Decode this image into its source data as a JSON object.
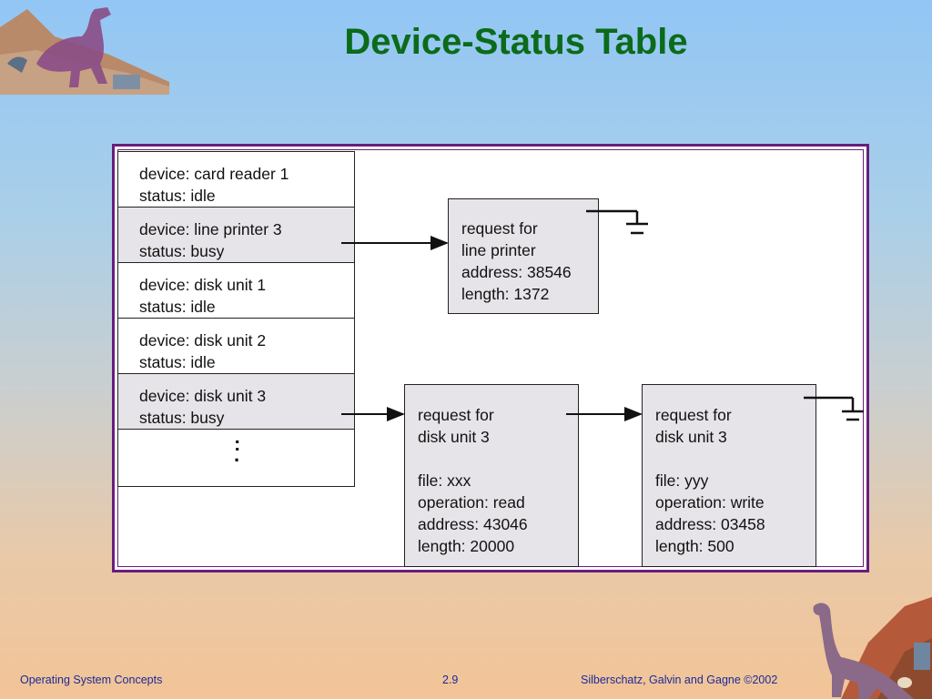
{
  "slide": {
    "title": "Device-Status Table"
  },
  "device_table": {
    "rows": [
      {
        "device": "device: card reader 1",
        "status": "status: idle"
      },
      {
        "device": "device: line printer 3",
        "status": "status: busy"
      },
      {
        "device": "device: disk unit 1",
        "status": "status: idle"
      },
      {
        "device": "device: disk unit 2",
        "status": "status: idle"
      },
      {
        "device": "device: disk unit 3",
        "status": "status: busy"
      }
    ],
    "ellipsis": ":\n."
  },
  "requests": {
    "line_printer": "request for\nline printer\naddress: 38546\nlength: 1372",
    "disk_1": "request for\ndisk unit 3\n\nfile: xxx\noperation: read\naddress: 43046\nlength: 20000",
    "disk_2": "request for\ndisk unit 3\n\nfile: yyy\noperation: write\naddress: 03458\nlength: 500"
  },
  "footer": {
    "left": "Operating System Concepts",
    "center": "2.9",
    "right": "Silberschatz, Galvin and  Gagne ©2002"
  },
  "colors": {
    "title": "#0b6b1a",
    "frame": "#6a1d7d",
    "busy_fill": "#e6e4e8",
    "footer_text": "#1b2a9a"
  },
  "icons": [
    "dinosaur-top-left",
    "dinosaur-bottom-right",
    "ground-symbol"
  ]
}
